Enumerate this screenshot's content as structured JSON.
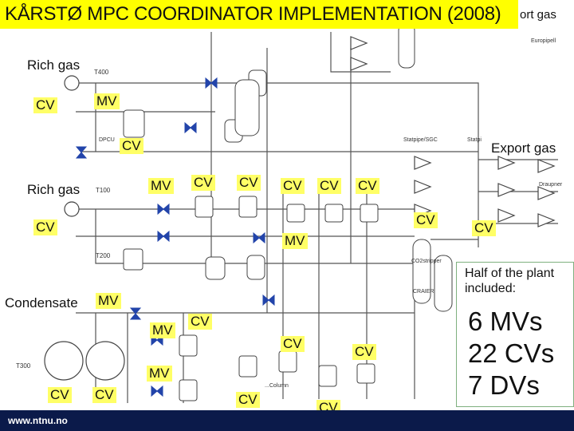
{
  "title": "KÅRSTØ MPC COORDINATOR IMPLEMENTATION (2008)",
  "title_tail": "ort gas",
  "labels": {
    "rich_gas_top": "Rich gas",
    "rich_gas_mid": "Rich gas",
    "export_gas": "Export gas",
    "condensate": "Condensate"
  },
  "equipment": {
    "t400": "T400",
    "t100": "T100",
    "t200": "T200",
    "t300": "T300",
    "europipe": "Europipell",
    "statpipe": "Statpipe/SGC",
    "statpipe2": "Statpi",
    "draupner": "Draupner",
    "dpcu": "DPCU",
    "co2": "CO2stripper",
    "craier": "CRAIER",
    "column": "...Column"
  },
  "markers": {
    "cv": "CV",
    "mv": "MV"
  },
  "summary": {
    "note": "Half of the plant included:",
    "mvs": "6 MVs",
    "cvs": "22 CVs",
    "dvs": "7 DVs"
  },
  "footer_url": "www.ntnu.no",
  "colors": {
    "title_band": "#ffff00",
    "marker_bg": "#ffff66",
    "valve_blue": "#2244aa",
    "footer": "#0b1a4a"
  }
}
